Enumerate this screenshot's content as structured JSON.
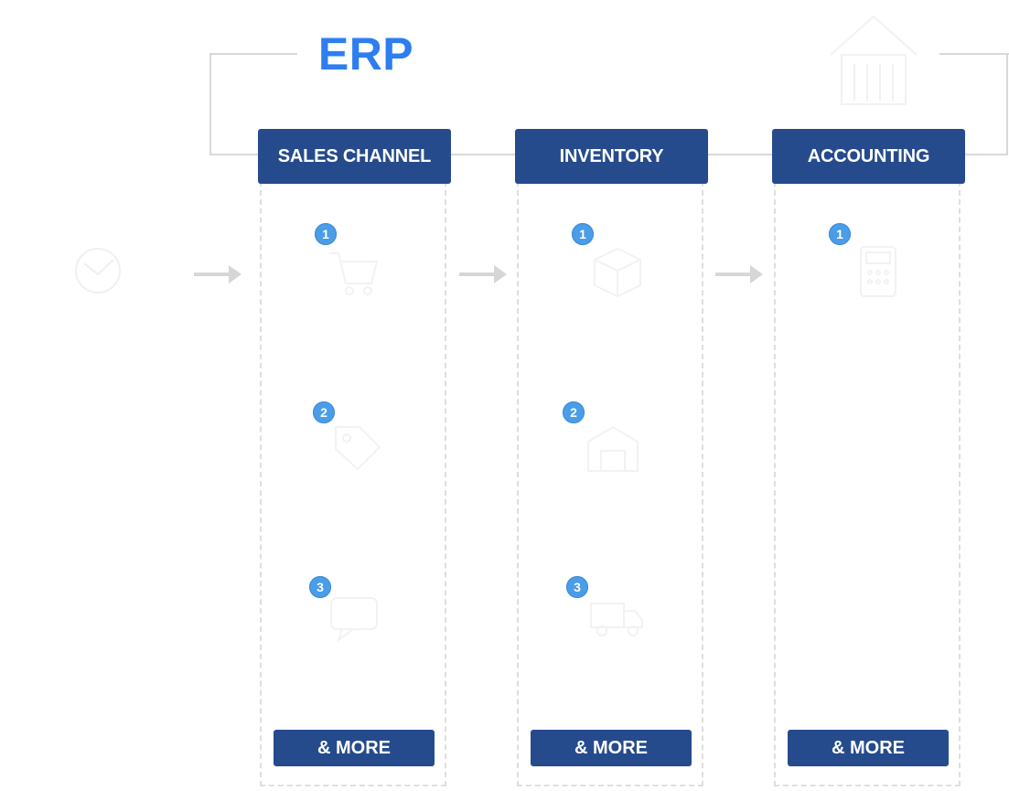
{
  "title": "ERP",
  "colors": {
    "title": "#2e7ef0",
    "header_bg": "#264b8c",
    "badge_bg": "#4a9de6",
    "frame": "#dedede",
    "arrow": "#d6d6d6"
  },
  "columns": [
    {
      "header": "SALES CHANNEL",
      "more_label": "& MORE",
      "steps": [
        {
          "number": "1",
          "icon": "cart-icon"
        },
        {
          "number": "2",
          "icon": "tag-icon"
        },
        {
          "number": "3",
          "icon": "chat-icon"
        }
      ]
    },
    {
      "header": "INVENTORY",
      "more_label": "& MORE",
      "steps": [
        {
          "number": "1",
          "icon": "box-icon"
        },
        {
          "number": "2",
          "icon": "warehouse-icon"
        },
        {
          "number": "3",
          "icon": "truck-icon"
        }
      ]
    },
    {
      "header": "ACCOUNTING",
      "more_label": "& MORE",
      "steps": [
        {
          "number": "1",
          "icon": "calculator-icon"
        }
      ]
    }
  ]
}
